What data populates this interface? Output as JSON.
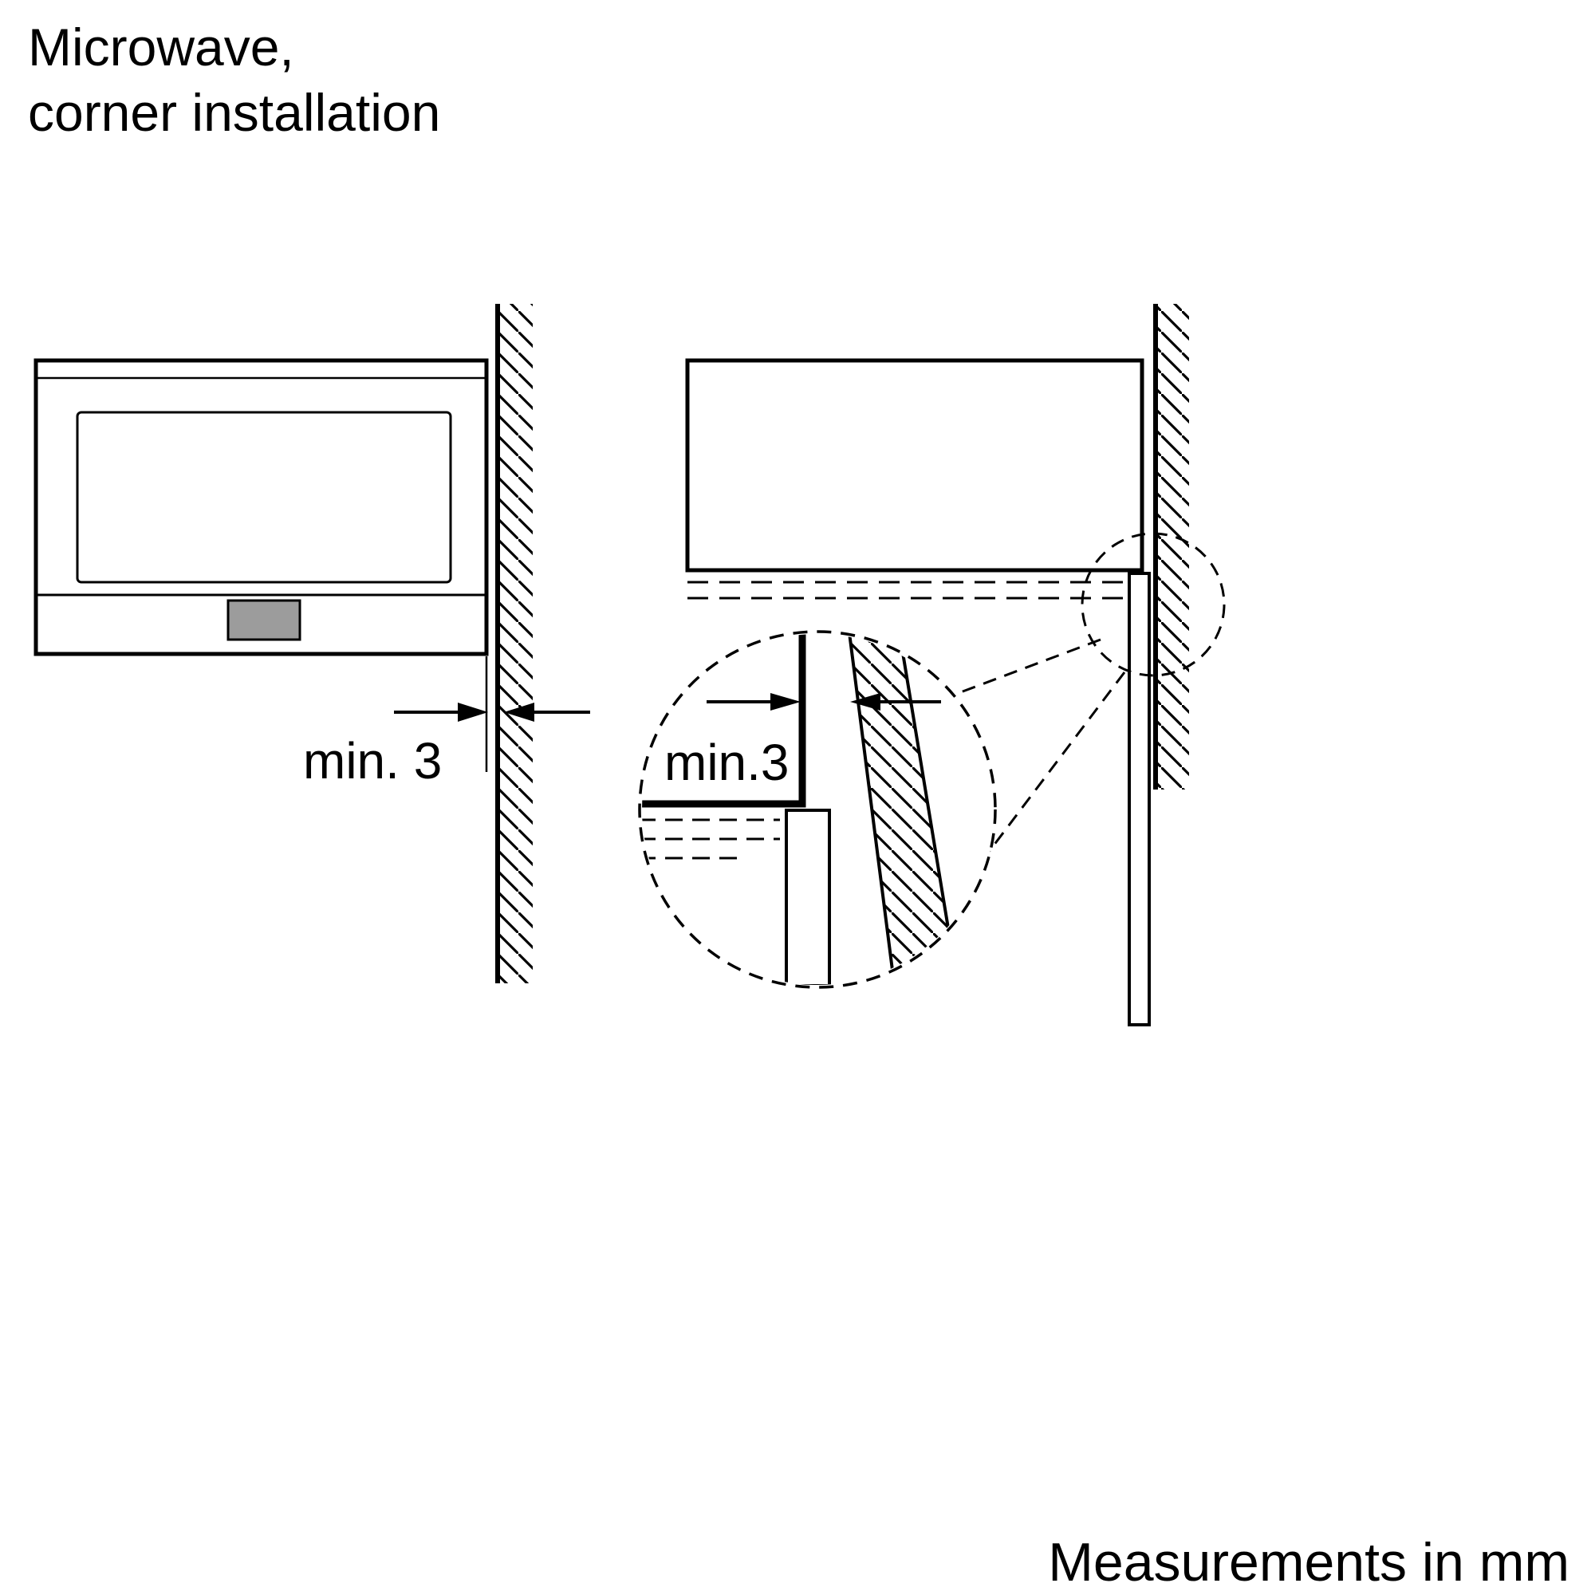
{
  "title": {
    "line1": "Microwave,",
    "line2": "corner installation"
  },
  "labels": {
    "front_gap": "min. 3",
    "detail_gap": "min.3",
    "units": "Measurements in mm"
  },
  "colors": {
    "line": "#000000",
    "background": "#ffffff",
    "control_fill": "#9c9c9c"
  }
}
